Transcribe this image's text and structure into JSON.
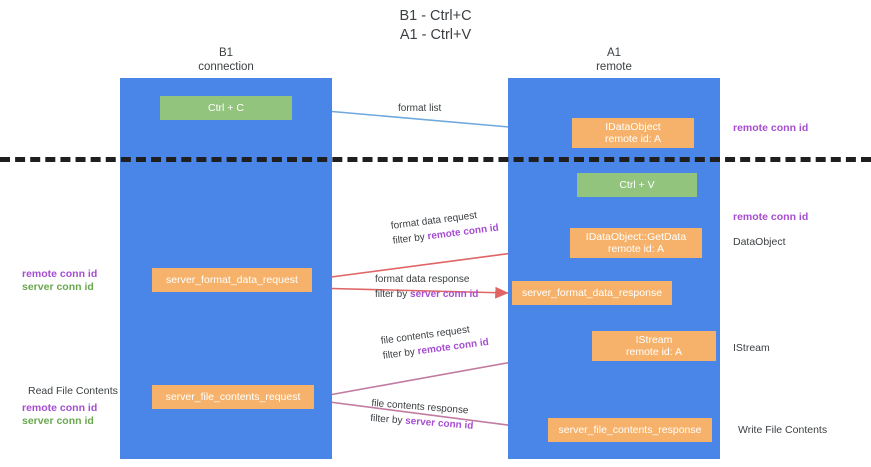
{
  "title": {
    "line1": "B1 - Ctrl+C",
    "line2": "A1 - Ctrl+V"
  },
  "lanes": [
    {
      "id": "b1",
      "name": "B1",
      "role": "connection"
    },
    {
      "id": "a1",
      "name": "A1",
      "role": "remote"
    }
  ],
  "nodes": {
    "ctrl_c": {
      "label": "Ctrl + C",
      "color": "#93c47d"
    },
    "ctrl_v": {
      "label": "Ctrl + V",
      "color": "#93c47d"
    },
    "idataobject": {
      "line1": "IDataObject",
      "line2": "remote id: A",
      "color": "#f6b26b"
    },
    "getdata": {
      "line1": "IDataObject::GetData",
      "line2": "remote id: A",
      "color": "#f6b26b"
    },
    "istream": {
      "line1": "IStream",
      "line2": "remote id: A",
      "color": "#f6b26b"
    },
    "server_format_data_request": {
      "label": "server_format_data_request",
      "color": "#f6b26b"
    },
    "server_format_data_response": {
      "label": "server_format_data_response",
      "color": "#f6b26b"
    },
    "server_file_contents_request": {
      "label": "server_file_contents_request",
      "color": "#f6b26b"
    },
    "server_file_contents_response": {
      "label": "server_file_contents_response",
      "color": "#f6b26b"
    }
  },
  "edge_labels": {
    "format_list": {
      "line1": "format list"
    },
    "format_data_request": {
      "line1": "format data request",
      "prefix": "filter by ",
      "key": "remote conn id"
    },
    "format_data_response": {
      "line1": "format data response",
      "prefix": "filter by ",
      "key": "server conn id"
    },
    "file_contents_request": {
      "line1": "file contents request",
      "prefix": "filter by ",
      "key": "remote conn id"
    },
    "file_contents_response": {
      "line1": "file contents response",
      "prefix": "filter by ",
      "key": "server conn id"
    }
  },
  "side_labels": {
    "right_remote_conn_id_1": "remote conn id",
    "right_remote_conn_id_2": "remote conn id",
    "right_dataobject": "DataObject",
    "right_istream": "IStream",
    "right_write_file_contents": "Write File Contents",
    "left_remote_conn_id": "remote conn id",
    "left_server_conn_id": "server conn id",
    "left_read_file_contents": "Read File Contents",
    "left_remote_conn_id_2": "remote conn id",
    "left_server_conn_id_2": "server conn id"
  },
  "colors": {
    "lane": "#4a86e8",
    "node_orange": "#f6b26b",
    "node_green": "#93c47d",
    "remote_conn_id": "#a64dd1",
    "server_conn_id": "#6aa84f",
    "arrow_format_list": "#6fa8dc",
    "arrow_format_data": "#e06666",
    "arrow_file_contents": "#c27ba0",
    "arrow_black": "#1f1f1f",
    "divider": "#1f1f1f"
  }
}
